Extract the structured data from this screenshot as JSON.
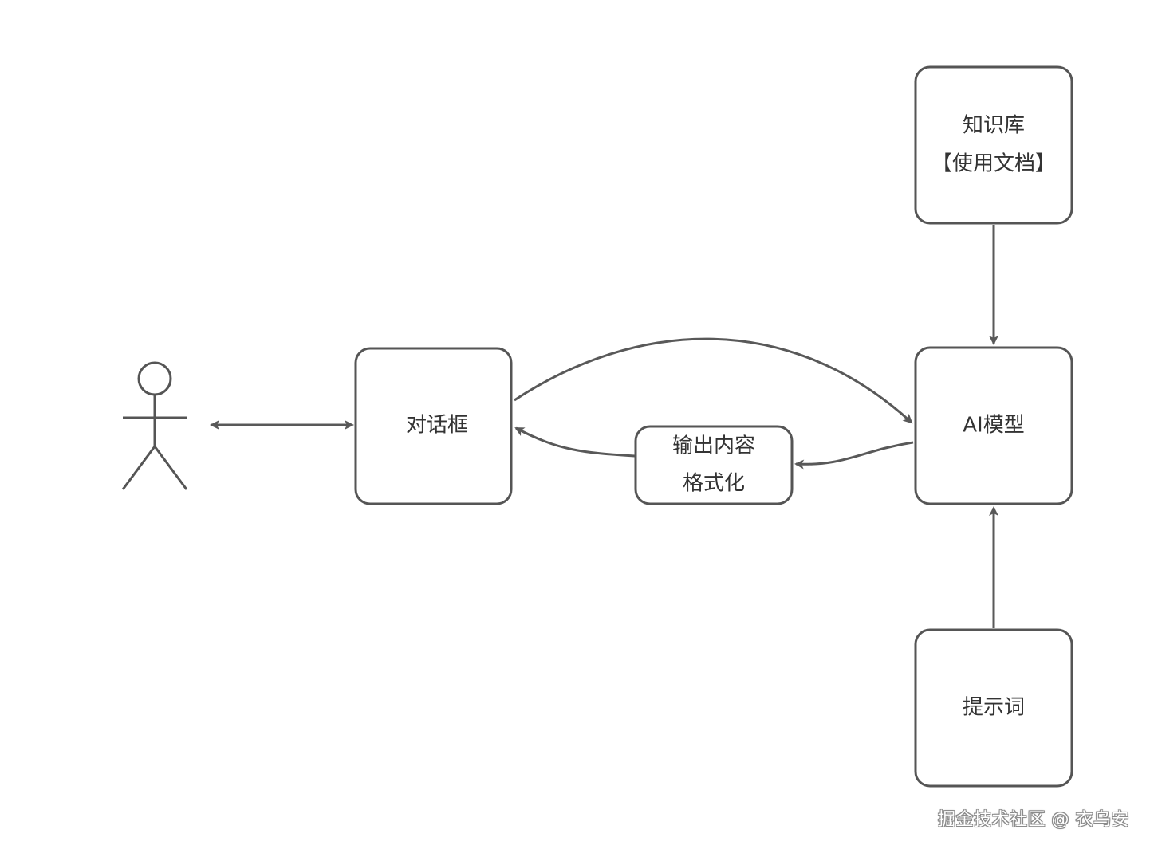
{
  "nodes": {
    "knowledge_base": {
      "line1": "知识库",
      "line2": "【使用文档】"
    },
    "ai_model": {
      "label": "AI模型"
    },
    "dialog_box": {
      "label": "对话框"
    },
    "output_format": {
      "line1": "输出内容",
      "line2": "格式化"
    },
    "prompt": {
      "label": "提示词"
    }
  },
  "watermark": "掘金技术社区 @ 衣乌安",
  "colors": {
    "stroke": "#555555",
    "arrow": "#595959",
    "text": "#333333",
    "background": "#ffffff"
  }
}
